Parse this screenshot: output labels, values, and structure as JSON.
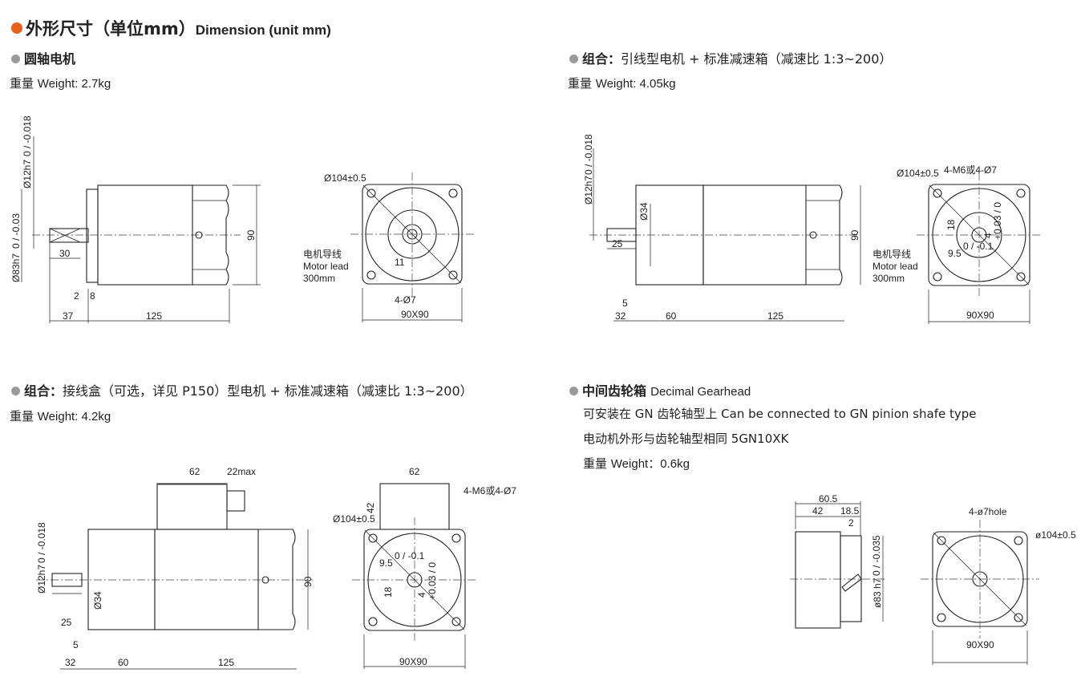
{
  "header": {
    "title_cn": "外形尺寸（单位mm）",
    "title_en": "Dimension (unit mm)",
    "accent": "#e8601c"
  },
  "sections": [
    {
      "title": "圆轴电机",
      "weight_cn": "重量",
      "weight_en": "Weight: 2.7kg",
      "dims": {
        "shaft_dia": "Ø12h7",
        "shaft_tol": "0 / -0.018",
        "pilot_dia": "Ø83h7",
        "pilot_tol": "0 / -0.03",
        "key": "30",
        "d2": "2",
        "d8": "8",
        "d37": "37",
        "d125": "125",
        "d90": "90",
        "pcd": "Ø104±0.5",
        "lead_cn": "电机导线",
        "lead_en": "Motor lead",
        "lead_len": "300mm",
        "d11": "11",
        "holes": "4-Ø7",
        "square": "90X90"
      }
    },
    {
      "title_bold": "组合：",
      "title_rest": "引线型电机 + 标准减速箱（减速比 1:3~200）",
      "weight_cn": "重量",
      "weight_en": "Weight: 4.05kg",
      "dims": {
        "shaft_dia": "Ø12h7",
        "shaft_tol": "0 / -0.018",
        "d34": "Ø34",
        "d25": "25",
        "d5": "5",
        "d32": "32",
        "d60": "60",
        "d125": "125",
        "d90": "90",
        "pcd": "Ø104±0.5",
        "holes": "4-M6或4-Ø7",
        "d18": "18",
        "d95": "9.5",
        "d95tol": "0 / -0.1",
        "d4": "4",
        "d4tol": "+0.03 / 0",
        "lead_cn": "电机导线",
        "lead_en": "Motor lead",
        "lead_len": "300mm",
        "square": "90X90"
      }
    },
    {
      "title_bold": "组合：",
      "title_rest": "接线盒（可选，详见 P150）型电机 + 标准减速箱（减速比 1:3~200）",
      "weight_cn": "重量",
      "weight_en": "Weight: 4.2kg",
      "dims": {
        "d62": "62",
        "d22max": "22max",
        "shaft_dia": "Ø12h7",
        "shaft_tol": "0 / -0.018",
        "d34": "Ø34",
        "d25": "25",
        "d5": "5",
        "d32": "32",
        "d60": "60",
        "d125": "125",
        "d90": "90",
        "front62": "62",
        "d42": "42",
        "pcd": "Ø104±0.5",
        "holes": "4-M6或4-Ø7",
        "d95": "9.5",
        "d95tol": "0 / -0.1",
        "d18": "18",
        "d4": "4",
        "d4tol": "+0.03 / 0",
        "square": "90X90"
      }
    },
    {
      "title_bold": "中间齿轮箱",
      "title_rest": "Decimal Gearhead",
      "line1": "可安装在 GN 齿轮轴型上 Can be connected to GN pinion shafe type",
      "line2": "电动机外形与齿轮轴型相同 5GN10XK",
      "weight_cn": "重量",
      "weight_en": "Weight：0.6kg",
      "dims": {
        "d605": "60.5",
        "d42": "42",
        "d185": "18.5",
        "d2": "2",
        "pilot": "ø83 h7",
        "pilot_tol": "0 / -0.035",
        "holes": "4-ø7hole",
        "pcd": "ø104±0.5",
        "square": "90X90"
      }
    }
  ]
}
